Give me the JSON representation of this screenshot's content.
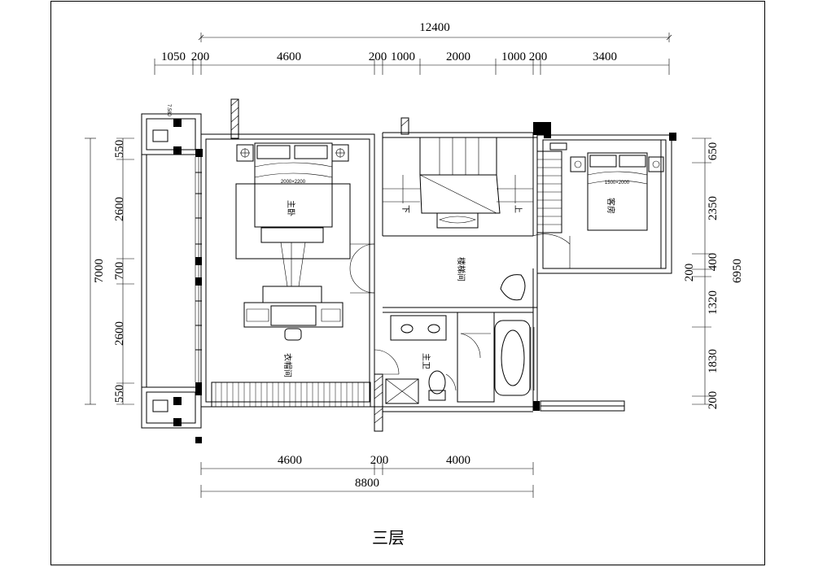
{
  "dimensions": {
    "top_total": "12400",
    "top_segments": [
      "1050",
      "200",
      "4600",
      "200",
      "1000",
      "2000",
      "1000",
      "200",
      "3400"
    ],
    "bottom_segments": [
      "4600",
      "200",
      "4000"
    ],
    "bottom_total": "8800",
    "left_total": "7000",
    "left_segments": [
      "550",
      "2600",
      "700",
      "2600",
      "550"
    ],
    "right_total": "6950",
    "right_segments": [
      "650",
      "2350",
      "400",
      "200",
      "1320",
      "1830",
      "200"
    ]
  },
  "rooms": {
    "master_bedroom": "主卧",
    "walk_in_closet": "衣帽间",
    "staircase": "楼梯间",
    "guest_room": "客房",
    "master_bath": "主卫"
  },
  "annotations": {
    "master_bed_size": "2000×2200",
    "guest_bed_size": "1500×2000",
    "stair_down": "下",
    "stair_up": "上",
    "elevation_mark": "7.580"
  },
  "floor_title": "三层"
}
